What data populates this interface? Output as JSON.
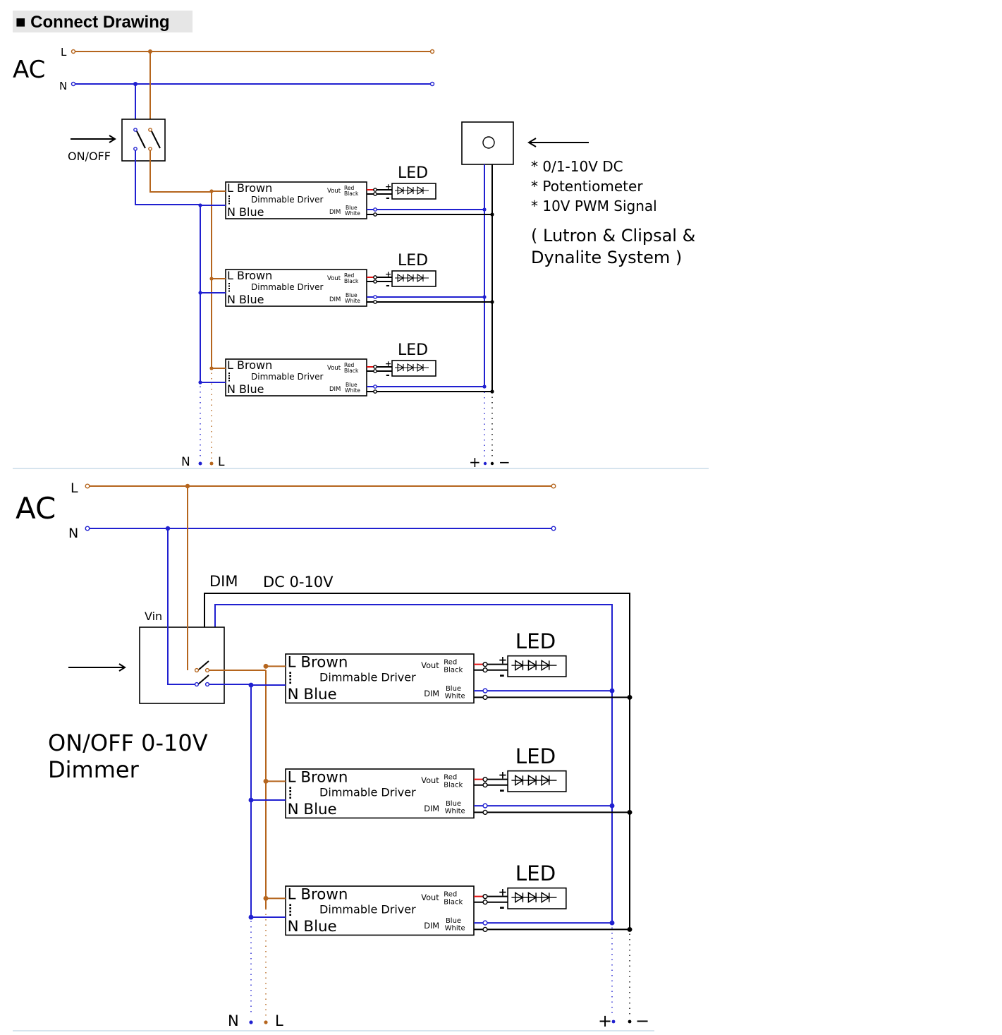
{
  "title": "■ Connect Drawing",
  "top": {
    "ac": "AC",
    "l": "L",
    "n": "N",
    "switch_label": "ON/OFF",
    "led_label": "LED",
    "driver": {
      "brown": "L Brown",
      "blue": "N Blue",
      "name": "Dimmable Driver",
      "vout": "Vout",
      "dim": "DIM",
      "red": "Red",
      "black": "Black",
      "blue_wire": "Blue",
      "white": "White",
      "plus": "+",
      "minus": "-"
    },
    "notes": [
      "* 0/1-10V DC",
      "* Potentiometer",
      "* 10V PWM Signal",
      "( Lutron &  Clipsal &",
      "Dynalite  System )"
    ],
    "bottom_n": "N",
    "bottom_l": "L",
    "bottom_plus": "+",
    "bottom_minus": "−"
  },
  "bottom": {
    "ac": "AC",
    "l": "L",
    "n": "N",
    "dim": "DIM",
    "dc": "DC 0-10V",
    "vin": "Vin",
    "dimmer_line1": "ON/OFF 0-10V",
    "dimmer_line2": "Dimmer",
    "led_label": "LED",
    "bottom_n": "N",
    "bottom_l": "L",
    "bottom_plus": "+",
    "bottom_minus": "−"
  },
  "colors": {
    "live": "#b5651d",
    "neutral": "#2020d0",
    "dim_minus": "#000000",
    "positive": "#e01010"
  }
}
